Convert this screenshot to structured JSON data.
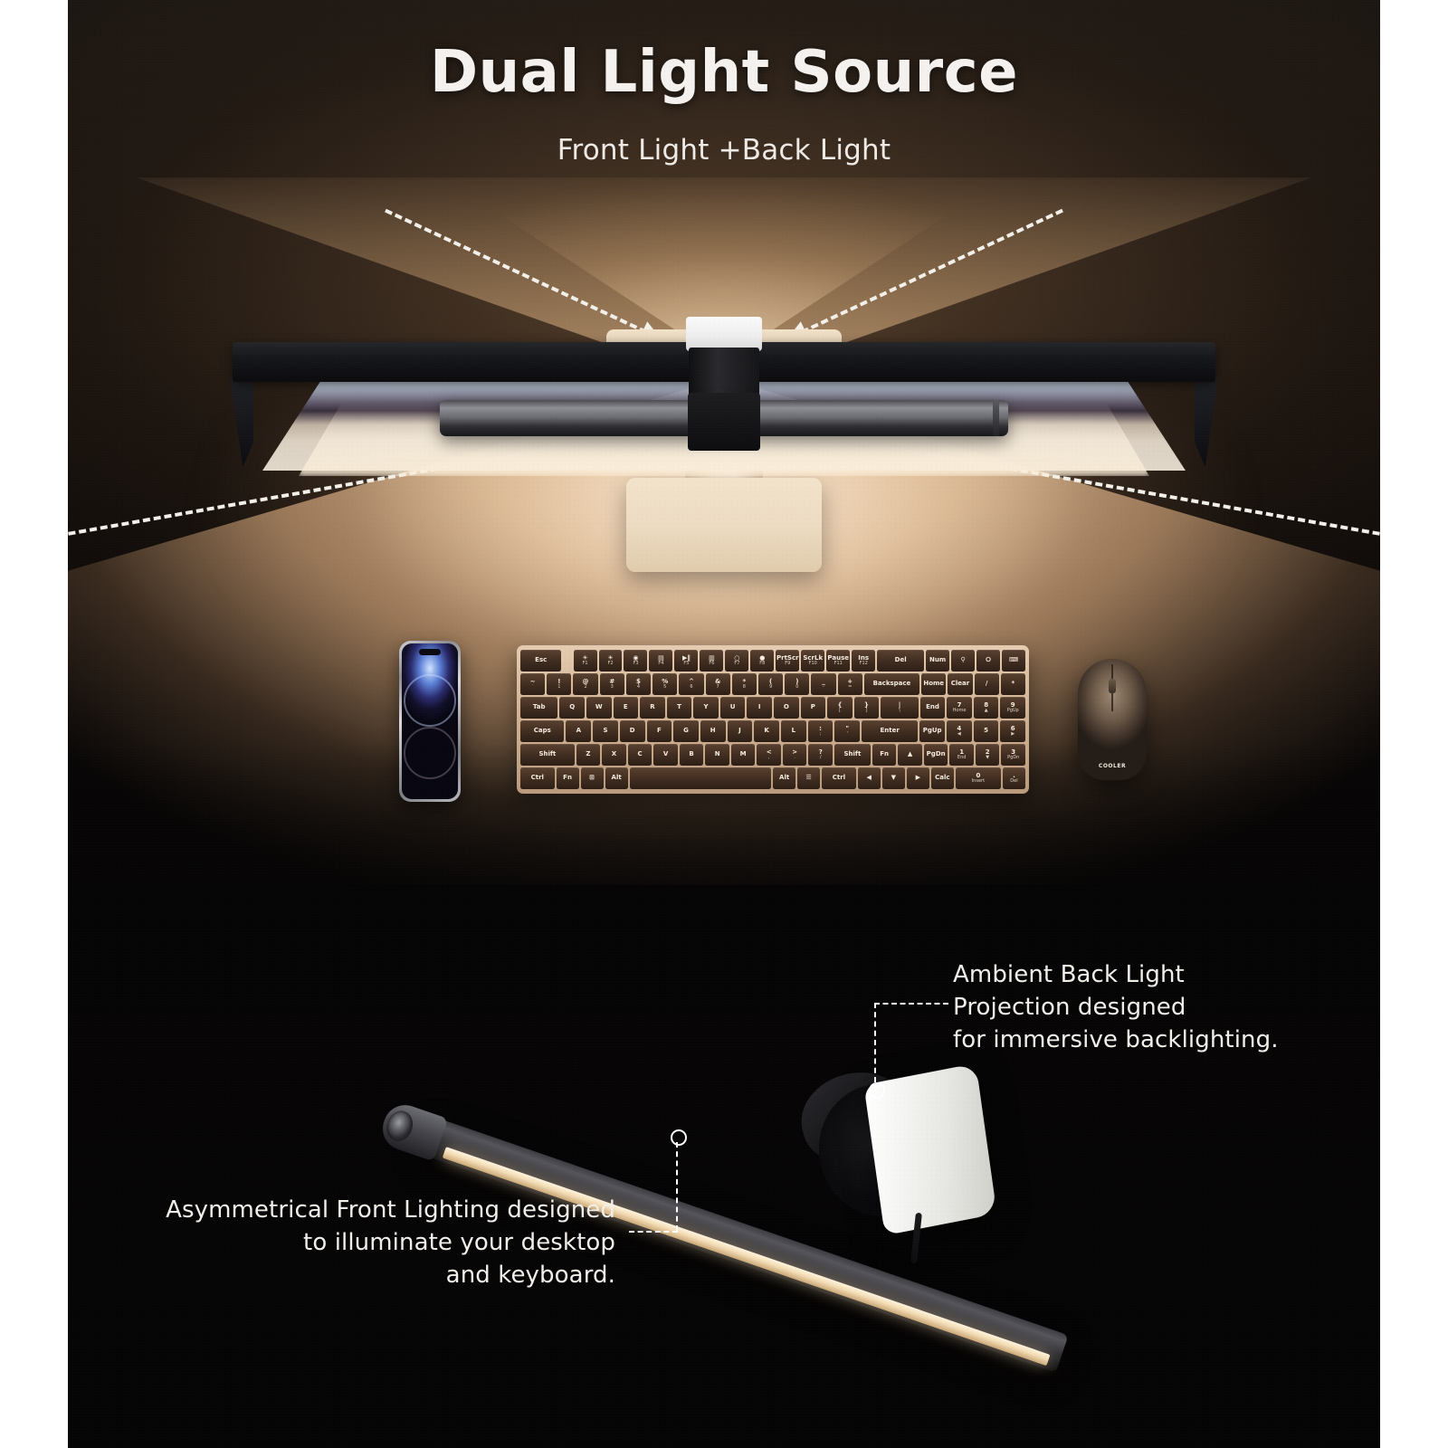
{
  "header": {
    "title": "Dual Light Source",
    "subtitle": "Front Light +Back Light"
  },
  "callouts": {
    "back_light": {
      "line1": "Ambient Back Light",
      "line2": "Projection designed",
      "line3": "for immersive backlighting."
    },
    "front_light": {
      "line1": "Asymmetrical Front Lighting designed",
      "line2": "to illuminate your desktop",
      "line3": "and keyboard."
    }
  },
  "brand": {
    "mouse_logo": "COOLER"
  },
  "colors": {
    "background": "#090706",
    "warm_glow": "#e2bb8c",
    "desk": "#d3b394",
    "text": "#f2efeb",
    "led_warm": "#fff4df",
    "key_cap": "#3f2c1f",
    "clip_white": "#ffffff"
  },
  "keyboard": {
    "rows": [
      [
        {
          "label": "Esc",
          "w": "w175"
        },
        {
          "gap": true
        },
        {
          "label": "☀",
          "sub": "F1"
        },
        {
          "label": "☀",
          "sub": "F2"
        },
        {
          "label": "◉",
          "sub": "F3"
        },
        {
          "label": "▤",
          "sub": "F4"
        },
        {
          "label": "▶‖",
          "sub": "F5"
        },
        {
          "label": "▥",
          "sub": "F6"
        },
        {
          "label": "○",
          "sub": "F7"
        },
        {
          "label": "●",
          "sub": "F8"
        },
        {
          "label": "PrtScr",
          "sub": "F9"
        },
        {
          "label": "ScrLk",
          "sub": "F10"
        },
        {
          "label": "Pause",
          "sub": "F11"
        },
        {
          "label": "Ins",
          "sub": "F12"
        },
        {
          "label": "Del",
          "w": "w2"
        },
        {
          "label": "Num"
        },
        {
          "label": "⚲"
        },
        {
          "label": "⭘"
        },
        {
          "label": "⌨"
        }
      ],
      [
        {
          "label": "~",
          "sub": "`"
        },
        {
          "label": "!",
          "sub": "1"
        },
        {
          "label": "@",
          "sub": "2"
        },
        {
          "label": "#",
          "sub": "3"
        },
        {
          "label": "$",
          "sub": "4"
        },
        {
          "label": "%",
          "sub": "5"
        },
        {
          "label": "^",
          "sub": "6"
        },
        {
          "label": "&",
          "sub": "7"
        },
        {
          "label": "*",
          "sub": "8"
        },
        {
          "label": "(",
          "sub": "9"
        },
        {
          "label": ")",
          "sub": "0"
        },
        {
          "label": "_",
          "sub": "-"
        },
        {
          "label": "+",
          "sub": "="
        },
        {
          "label": "Backspace",
          "w": "w225"
        },
        {
          "label": "Home"
        },
        {
          "label": "Clear"
        },
        {
          "label": "/"
        },
        {
          "label": "*"
        }
      ],
      [
        {
          "label": "Tab",
          "w": "w15"
        },
        {
          "label": "Q"
        },
        {
          "label": "W"
        },
        {
          "label": "E"
        },
        {
          "label": "R"
        },
        {
          "label": "T"
        },
        {
          "label": "Y"
        },
        {
          "label": "U"
        },
        {
          "label": "I"
        },
        {
          "label": "O"
        },
        {
          "label": "P"
        },
        {
          "label": "{",
          "sub": "["
        },
        {
          "label": "}",
          "sub": "]"
        },
        {
          "label": "|",
          "sub": "\\",
          "w": "w15"
        },
        {
          "label": "End"
        },
        {
          "label": "7",
          "sub": "Home"
        },
        {
          "label": "8",
          "sub": "▲"
        },
        {
          "label": "9",
          "sub": "PgUp"
        }
      ],
      [
        {
          "label": "Caps",
          "w": "w175"
        },
        {
          "label": "A"
        },
        {
          "label": "S"
        },
        {
          "label": "D"
        },
        {
          "label": "F"
        },
        {
          "label": "G"
        },
        {
          "label": "H"
        },
        {
          "label": "J"
        },
        {
          "label": "K"
        },
        {
          "label": "L"
        },
        {
          "label": ":",
          "sub": ";"
        },
        {
          "label": "\"",
          "sub": "'"
        },
        {
          "label": "Enter",
          "w": "w225"
        },
        {
          "label": "PgUp"
        },
        {
          "label": "4",
          "sub": "◀"
        },
        {
          "label": "5"
        },
        {
          "label": "6",
          "sub": "▶"
        }
      ],
      [
        {
          "label": "Shift",
          "w": "w225"
        },
        {
          "label": "Z"
        },
        {
          "label": "X"
        },
        {
          "label": "C"
        },
        {
          "label": "V"
        },
        {
          "label": "B"
        },
        {
          "label": "N"
        },
        {
          "label": "M"
        },
        {
          "label": "<",
          "sub": ","
        },
        {
          "label": ">",
          "sub": "."
        },
        {
          "label": "?",
          "sub": "/"
        },
        {
          "label": "Shift",
          "w": "w15"
        },
        {
          "label": "Fn"
        },
        {
          "label": "▲"
        },
        {
          "label": "PgDn"
        },
        {
          "label": "1",
          "sub": "End"
        },
        {
          "label": "2",
          "sub": "▼"
        },
        {
          "label": "3",
          "sub": "PgDn"
        }
      ],
      [
        {
          "label": "Ctrl",
          "w": "w15"
        },
        {
          "label": "Fn"
        },
        {
          "label": "⊞"
        },
        {
          "label": "Alt"
        },
        {
          "label": "",
          "w": "w6"
        },
        {
          "label": "Alt"
        },
        {
          "label": "☰"
        },
        {
          "label": "Ctrl",
          "w": "w15"
        },
        {
          "label": "◀"
        },
        {
          "label": "▼"
        },
        {
          "label": "▶"
        },
        {
          "label": "Calc"
        },
        {
          "label": "0",
          "sub": "Insert",
          "w": "w2"
        },
        {
          "label": ".",
          "sub": "Del"
        }
      ]
    ]
  }
}
